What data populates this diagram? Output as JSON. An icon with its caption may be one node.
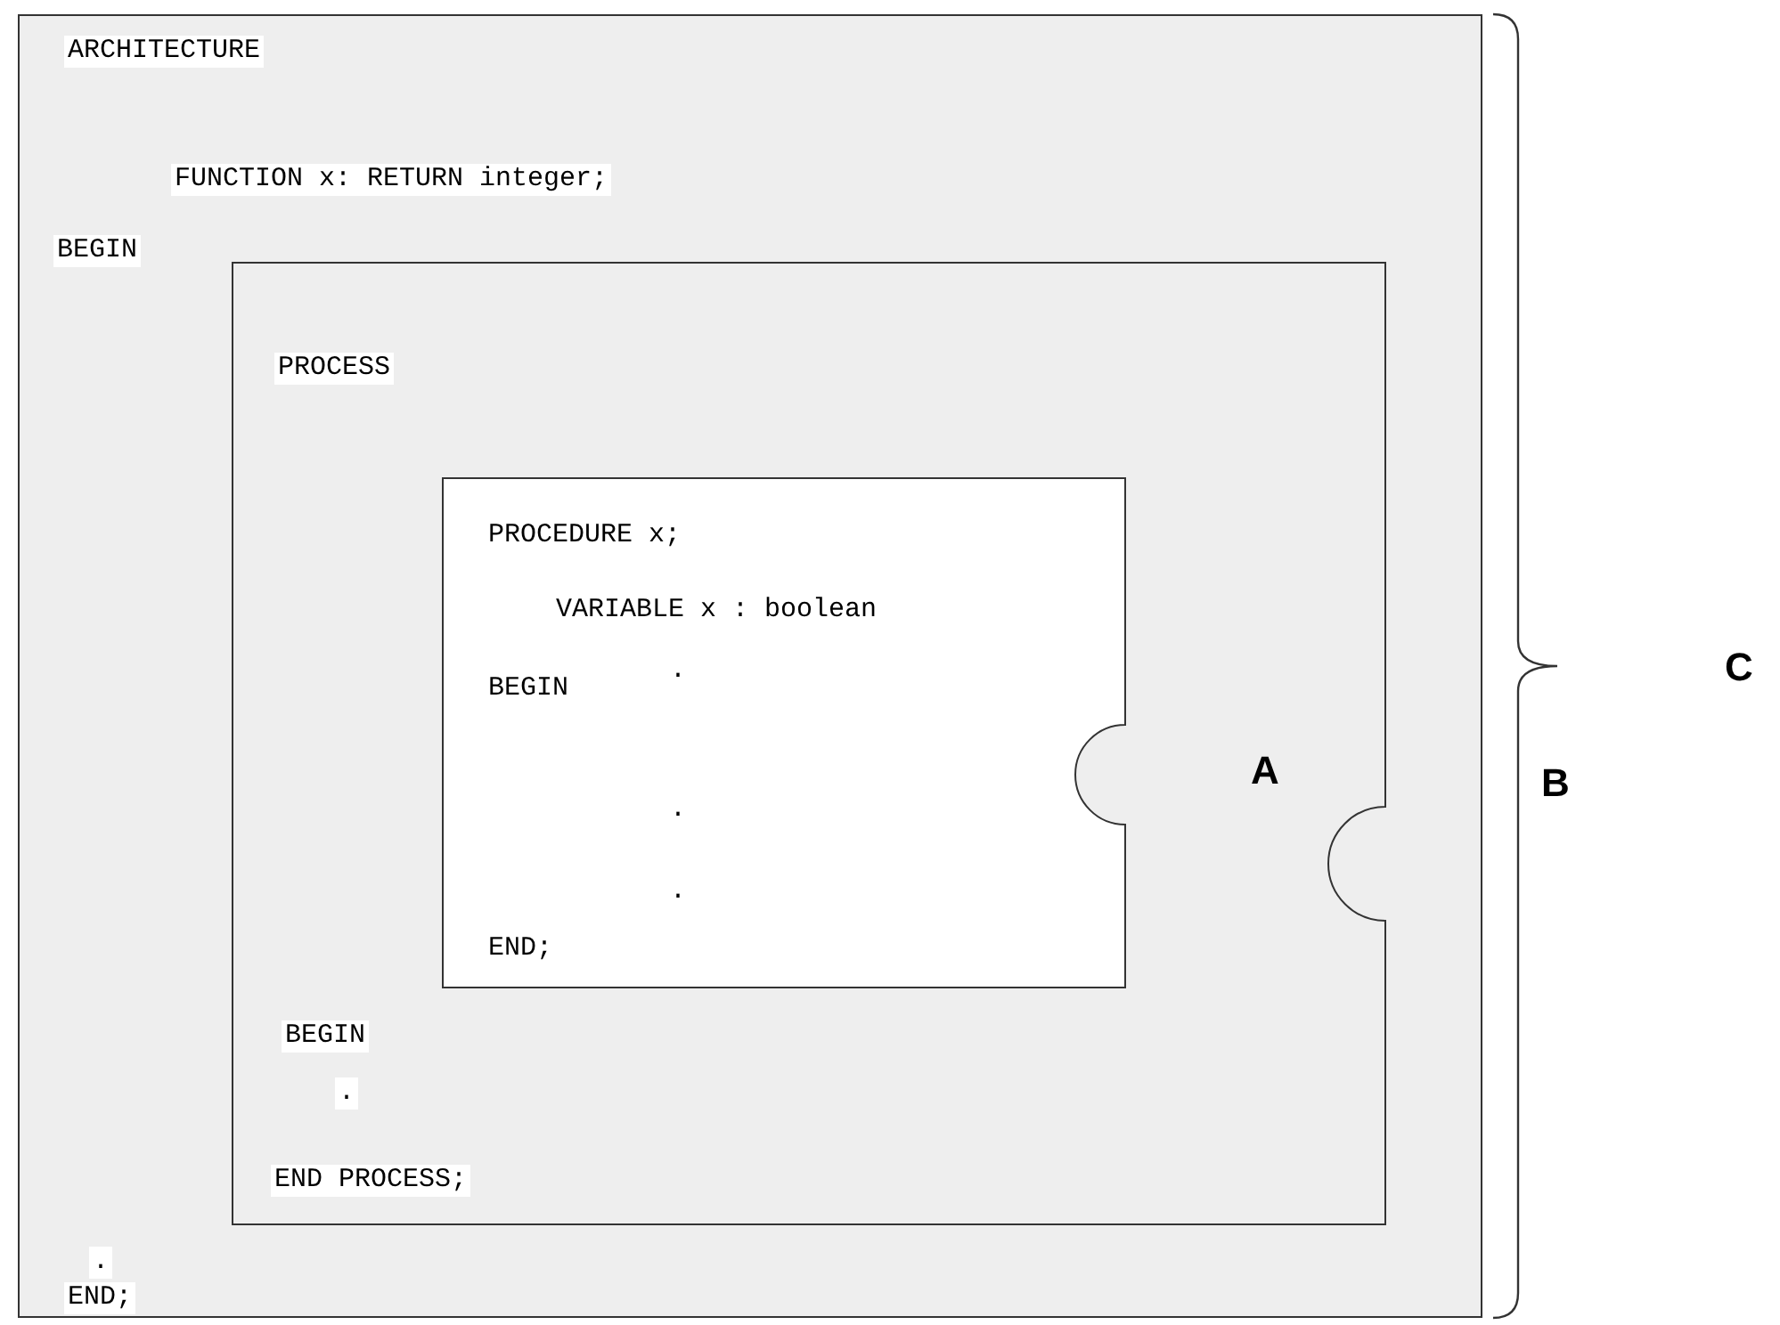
{
  "diagram": {
    "nodes": [
      {
        "text": [
          "ARCHITECTURE",
          "FUNCTION x: RETURN integer;",
          "BEGIN",
          ".",
          "END;"
        ]
      },
      {
        "text": [
          "PROCESS",
          "BEGIN",
          ".",
          "END PROCESS;"
        ],
        "in": 0
      },
      {
        "text": [
          "PROCEDURE x;",
          "VARIABLE x : boolean",
          "BEGIN",
          ".",
          ".",
          ".",
          "END;"
        ],
        "in": 1
      }
    ],
    "labels": [
      "A",
      "B",
      "C"
    ]
  }
}
